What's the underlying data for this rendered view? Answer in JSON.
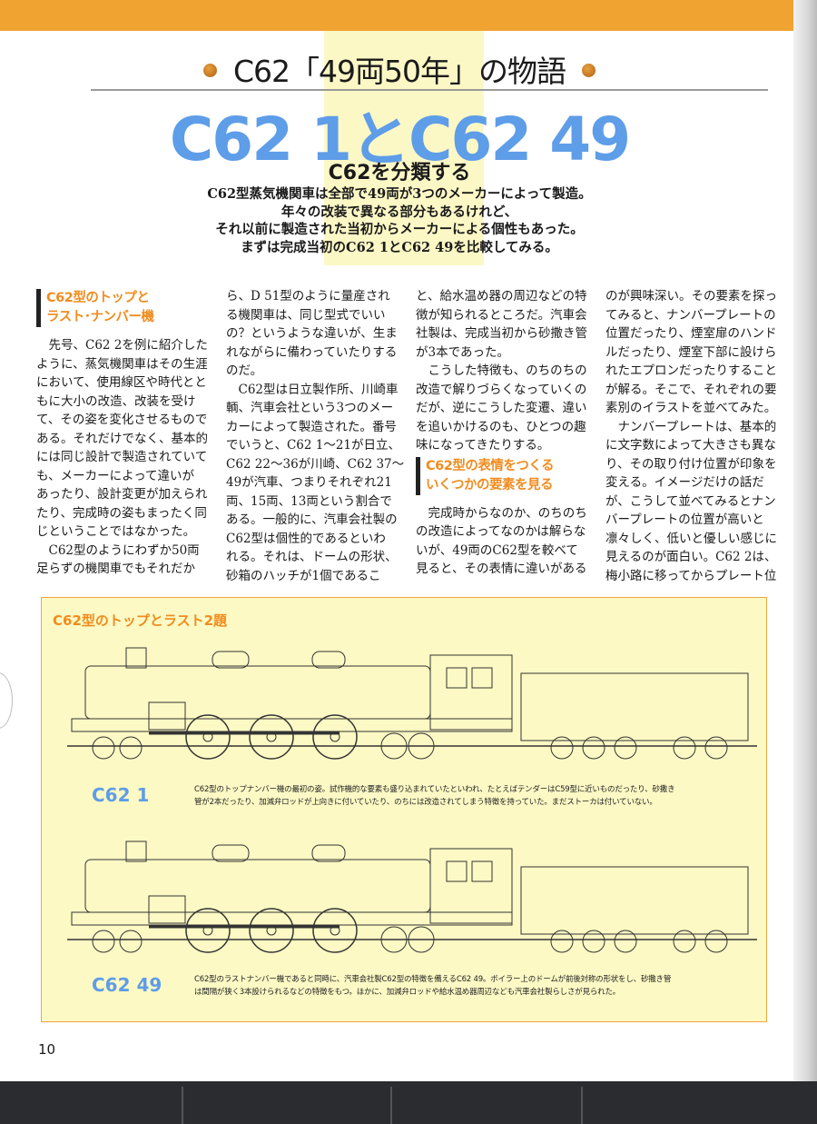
{
  "header": {
    "series_title": "C62「49両50年」の物語",
    "main_title": "C62 1とC62 49",
    "subtitle": "C62を分類する",
    "lede": [
      "C62型蒸気機関車は全部で49両が3つのメーカーによって製造。",
      "年々の改装で異なる部分もあるけれど、",
      "それ以前に製造された当初からメーカーによる個性もあった。",
      "まずは完成当初のC62 1とC62 49を比較してみる。"
    ]
  },
  "columns": [
    [
      {
        "type": "h",
        "lines": [
          "C62型のトップと",
          "ラスト･ナンバー機"
        ]
      },
      {
        "type": "p",
        "lines": [
          "先号、C62 2を例に紹介した",
          "ように、蒸気機関車はその生涯",
          "において、使用線区や時代とと",
          "もに大小の改造、改装を受け",
          "て、その姿を変化させるもので",
          "ある。それだけでなく、基本的",
          "には同じ設計で製造されていて",
          "も、メーカーによって違いが",
          "あったり、設計変更が加えられ",
          "たり、完成時の姿もまったく同",
          "じということではなかった。"
        ]
      },
      {
        "type": "p",
        "lines": [
          "C62型のようにわずか50両",
          "足らずの機関車でもそれだか"
        ]
      }
    ],
    [
      {
        "type": "c",
        "lines": [
          "ら、D 51型のように量産され",
          "る機関車は、同じ型式でいい",
          "の？というような違いが、生ま",
          "れながらに備わっていたりする",
          "のだ。"
        ]
      },
      {
        "type": "p",
        "lines": [
          "C62型は日立製作所、川崎車",
          "輌、汽車会社という3つのメー",
          "カーによって製造された。番号",
          "でいうと、C62 1～21が日立、",
          "C62 22～36が川崎、C62 37～",
          "49が汽車、つまりそれぞれ21",
          "両、15両、13両という割合で",
          "ある。一般的に、汽車会社製の",
          "C62型は個性的であるといわ",
          "れる。それは、ドームの形状、",
          "砂箱のハッチが1個であるこ"
        ]
      }
    ],
    [
      {
        "type": "c",
        "lines": [
          "と、給水温め器の周辺などの特",
          "徴が知られるところだ。汽車会",
          "社製は、完成当初から砂撒き管",
          "が3本であった。"
        ]
      },
      {
        "type": "p",
        "lines": [
          "こうした特徴も、のちのちの",
          "改造で解りづらくなっていくの",
          "だが、逆にこうした変遷、違い",
          "を追いかけるのも、ひとつの趣",
          "味になってきたりする。"
        ]
      },
      {
        "type": "h",
        "lines": [
          "C62型の表情をつくる",
          "いくつかの要素を見る"
        ]
      },
      {
        "type": "p",
        "lines": [
          "完成時からなのか、のちのち",
          "の改造によってなのかは解らな",
          "いが、49両のC62型を較べて",
          "見ると、その表情に違いがある"
        ]
      }
    ],
    [
      {
        "type": "c",
        "lines": [
          "のが興味深い。その要素を探っ",
          "てみると、ナンバープレートの",
          "位置だったり、煙室扉のハンド",
          "ルだったり、煙室下部に設けら",
          "れたエプロンだったりすること",
          "が解る。そこで、それぞれの要",
          "素別のイラストを並べてみた。"
        ]
      },
      {
        "type": "p",
        "lines": [
          "ナンバープレートは、基本的",
          "に文字数によって大きさも異な",
          "り、その取り付け位置が印象を",
          "変える。イメージだけの話だ",
          "が、こうして並べてみるとナン",
          "バープレートの位置が高いと",
          "凛々しく、低いと優しい感じに",
          "見えるのが面白い。C62 2は、",
          "梅小路に移ってからプレート位"
        ]
      }
    ]
  ],
  "figure": {
    "title": "C62型のトップとラスト2題",
    "items": [
      {
        "name": "C62 1",
        "caption": [
          "C62型のトップナンバー機の最初の姿。試作機的な要素も盛り込まれていたといわれ、たとえばテンダーはC59型に近いものだったり、砂撒き",
          "管が2本だったり、加減弁ロッドが上向きに付いていたり、のちには改造されてしまう特徴を持っていた。まだストーカは付いていない。"
        ]
      },
      {
        "name": "C62 49",
        "caption": [
          "C62型のラストナンバー機であると同時に、汽車会社製C62型の特徴を備えるC62 49。ボイラー上のドームが前後対称の形状をし、砂撒き管",
          "は間隔が狭く3本設けられるなどの特徴をもつ。ほかに、加減弁ロッドや給水温め器周辺なども汽車会社製らしさが見られた。"
        ]
      }
    ]
  },
  "page_number": "10",
  "colors": {
    "accent_orange": "#f08c1e",
    "title_blue": "#5e9de8",
    "panel_yellow": "#fcf9c4"
  }
}
